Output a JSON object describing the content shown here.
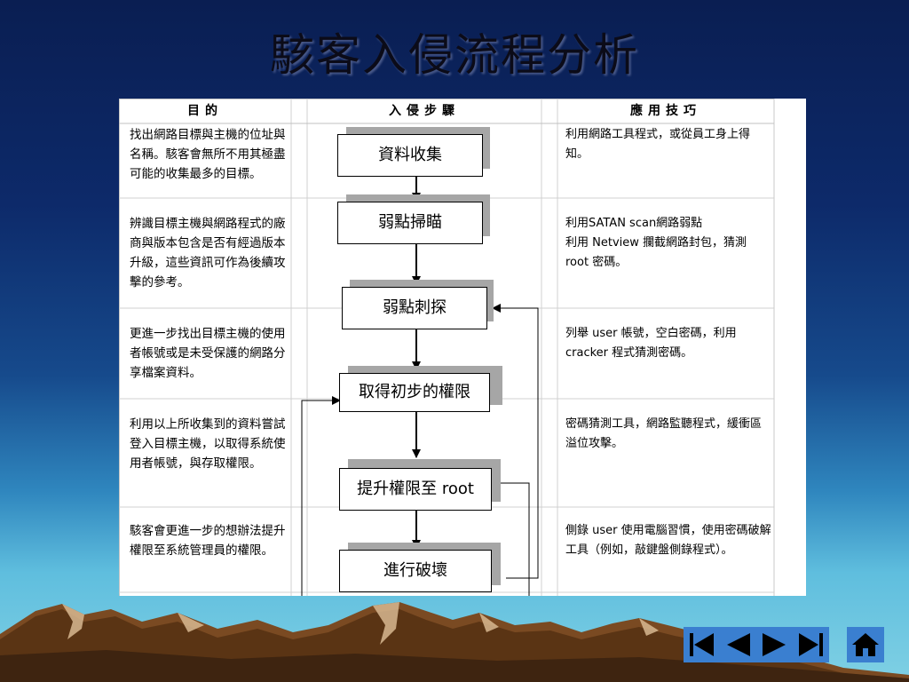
{
  "title": "駭客入侵流程分析",
  "headers": {
    "goal": "目的",
    "steps": "入侵步驟",
    "technique": "應用技巧"
  },
  "rows": [
    {
      "goal": "找出網路目標與主機的位址與名稱。駭客會無所不用其極盡可能的收集最多的目標。",
      "technique": "利用網路工具程式，或從員工身上得知。"
    },
    {
      "goal": "辨識目標主機與網路程式的廠商與版本包含是否有經過版本升級，這些資訊可作為後續攻擊的參考。",
      "technique": "利用SATAN scan網路弱點\n利用 Netview 攔截網路封包，猜測 root 密碼。"
    },
    {
      "goal": "更進一步找出目標主機的使用者帳號或是未受保護的網路分享檔案資料。",
      "technique": "列舉 user 帳號，空白密碼，利用 cracker 程式猜測密碼。"
    },
    {
      "goal": "利用以上所收集到的資料嘗試登入目標主機，以取得系統使用者帳號，與存取權限。",
      "technique": "密碼猜測工具，網路監聽程式，緩衝區溢位攻擊。"
    },
    {
      "goal": "駭客會更進一步的想辦法提升權限至系統管理員的權限。",
      "technique": "側錄 user 使用電腦習慣，使用密碼破解工具（例如，敲鍵盤側錄程式）。"
    }
  ],
  "steps": [
    {
      "label": "資料收集"
    },
    {
      "label": "弱點掃瞄"
    },
    {
      "label": "弱點刺探"
    },
    {
      "label": "取得初步的權限"
    },
    {
      "label": "提升權限至 root"
    },
    {
      "label": "進行破壞"
    }
  ],
  "colors": {
    "nav_blue": "#3a7fd0",
    "mountain": "#7a4a22",
    "title": "#0b0b18"
  },
  "icons": [
    "first-page-icon",
    "prev-page-icon",
    "next-page-icon",
    "last-page-icon",
    "home-icon"
  ]
}
